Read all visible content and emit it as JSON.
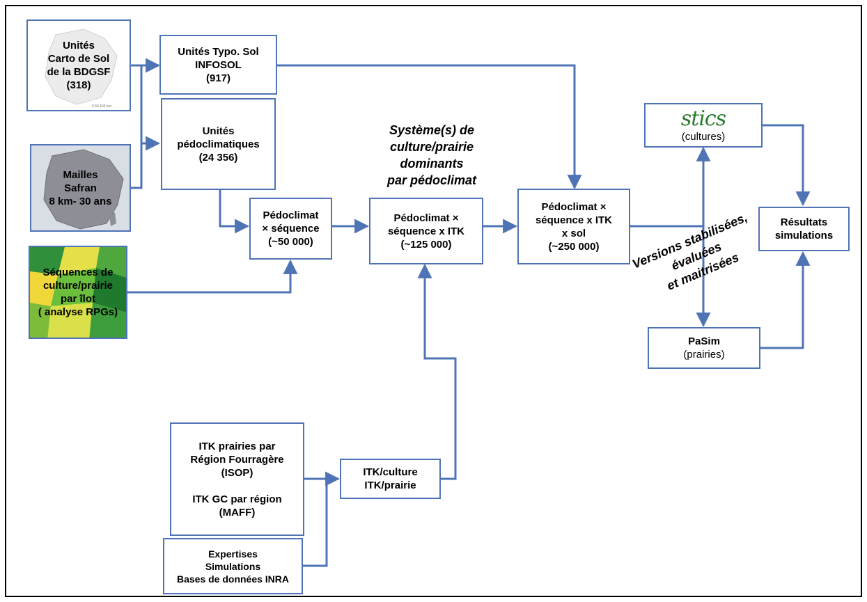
{
  "units_carto": {
    "l1": "Unités",
    "l2": "Carto de Sol",
    "l3": "de la BDGSF",
    "l4": "(318)"
  },
  "mailles": {
    "l1": "Mailles",
    "l2": "Safran",
    "l3": "8 km- 30 ans"
  },
  "sequences": {
    "l1": "Séquences de",
    "l2": "culture/prairie",
    "l3": "par îlot",
    "l4": "( analyse RPGs)"
  },
  "typo_sol": {
    "l1": "Unités Typo. Sol",
    "l2": "INFOSOL",
    "l3": "(917)"
  },
  "pedoclim_units": {
    "l1": "Unités",
    "l2": "pédoclimatiques",
    "l3": "(24 356)"
  },
  "pedo_seq": {
    "l1": "Pédoclimat",
    "l2": "× séquence",
    "l3": "(~50 000)"
  },
  "systeme": {
    "l1": "Système(s) de",
    "l2": "culture/prairie",
    "l3": "dominants",
    "l4": "par pédoclimat"
  },
  "pedo_seq_itk": {
    "l1": "Pédoclimat ×",
    "l2": "séquence x ITK",
    "l3": "(~125 000)"
  },
  "pedo_seq_itk_sol": {
    "l1": "Pédoclimat ×",
    "l2": "séquence x ITK",
    "l3": "x sol",
    "l4": "(~250 000)"
  },
  "stics": {
    "logo": "stics",
    "l1": "(cultures)"
  },
  "versions": {
    "l1": "Versions stabilisées,",
    "l2": "évaluées",
    "l3": "et maitrisées"
  },
  "resultats": {
    "l1": "Résultats",
    "l2": "simulations"
  },
  "pasim": {
    "l1": "PaSim",
    "l2": "(prairies)"
  },
  "itk_prairies": {
    "l1": "ITK prairies par",
    "l2": "Région Fourragère",
    "l3": "(ISOP)",
    "l4": "ITK GC par région",
    "l5": "(MAFF)"
  },
  "itk_culture": {
    "l1": "ITK/culture",
    "l2": "ITK/prairie"
  },
  "expertises": {
    "l1": "Expertises",
    "l2": "Simulations",
    "l3": "Bases de données INRA"
  },
  "colors": {
    "arrow": "#4f74b5",
    "box_border": "#4f74b5",
    "logo": "#2a7a2a"
  }
}
